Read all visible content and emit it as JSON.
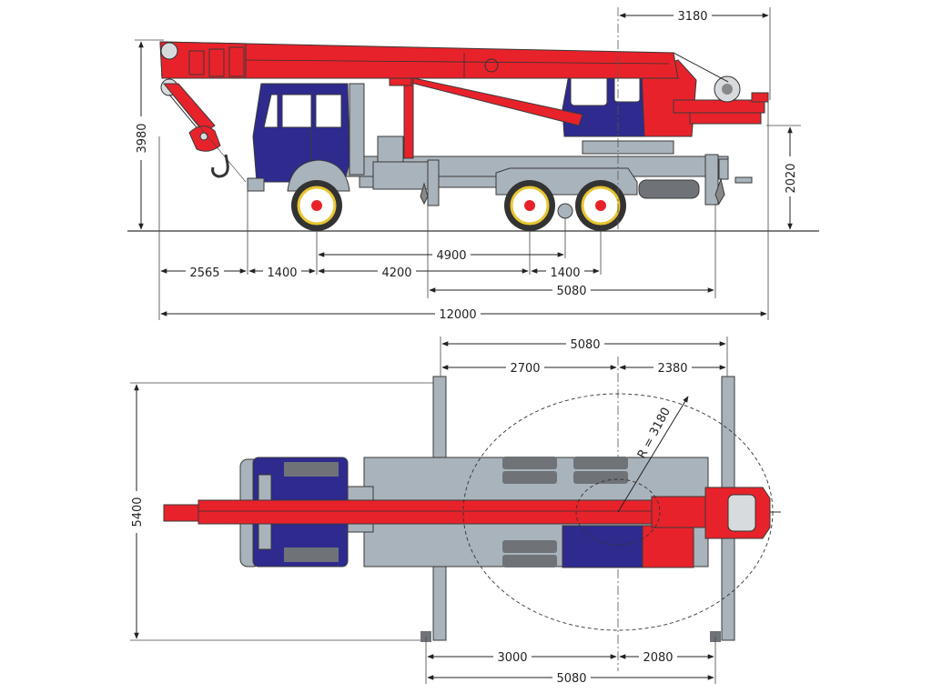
{
  "side_view": {
    "dim_overall_height": "3980",
    "dim_outrigger_height": "2020",
    "dim_boom_tail": "3180",
    "dim_front_overhang": "2565",
    "dim_front_axle_offset": "1400",
    "dim_wheelbase_front": "4200",
    "dim_rear_bogie": "1400",
    "dim_front_to_bogie": "4900",
    "dim_outrigger_span": "5080",
    "dim_overall_length": "12000"
  },
  "top_view": {
    "dim_outrigger_span_top": "5080",
    "dim_front_to_center": "2700",
    "dim_center_to_rear": "2380",
    "dim_overall_width": "5400",
    "dim_radius": "R = 3180",
    "dim_left_to_center_bottom": "3000",
    "dim_center_to_right_bottom": "2080",
    "dim_outrigger_span_bottom": "5080"
  },
  "colors": {
    "boom": "#e8222a",
    "cab": "#2e2a8e",
    "chassis": "#a9b3bb"
  }
}
